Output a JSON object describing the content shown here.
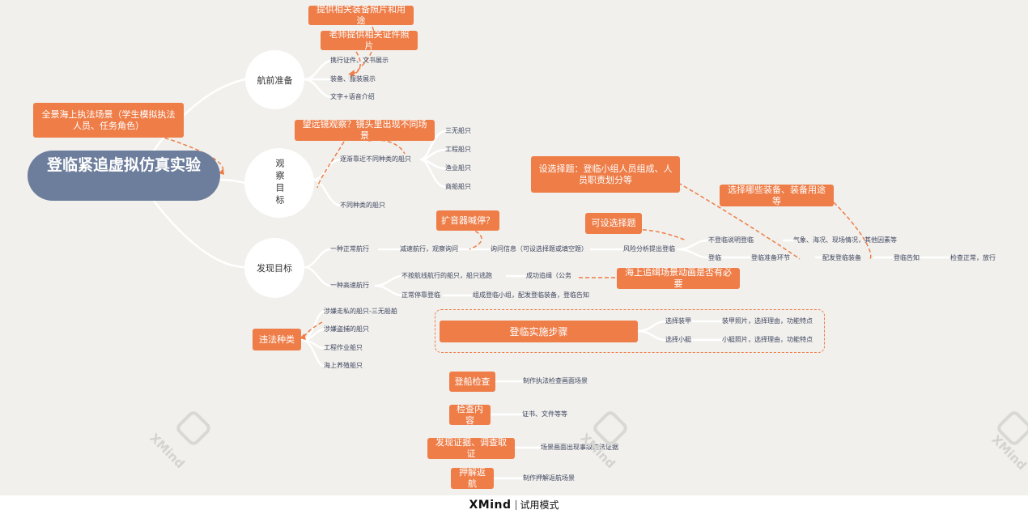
{
  "root": {
    "title": "登临紧追虚拟仿真实验"
  },
  "callouts": {
    "scene": "全景海上执法场景（学生模拟执法人员、任务角色）",
    "equip_pics": "提供相关装备照片和用途",
    "cert_pics": "老师提供相关证件照片",
    "telescope": "望远镜观察？镜头里出现不同场景",
    "amplify": "扩音器喊停？",
    "choice_q": "可设选择题",
    "quiz": "设选择题：登临小组人员组成、人员职责划分等",
    "select_equip": "选择哪些装备、装备用途等",
    "animation": "海上追缉场景动画是否有必要",
    "types": "违法种类"
  },
  "branches": {
    "prep": "航前准备",
    "observe": "观察目标",
    "discover": "发现目标"
  },
  "prep_leaves": [
    "携行证件、文书展示",
    "装备、服装展示",
    "文字+语音介绍"
  ],
  "observe": {
    "moving": "逐渐靠近不同种类的船只",
    "stationary": "不同种类的船只",
    "ships": [
      "三无船只",
      "工程船只",
      "渔业船只",
      "商船船只"
    ]
  },
  "discover": {
    "normal": "一种正常航行",
    "normal_steps": [
      "减速航行，观察询问",
      "询问信息（可设选择题或填空题）",
      "风险分析提出登临"
    ],
    "fast": "一种高速航行",
    "fast_steps": [
      "不按航线航行的船只，船只逃跑",
      "正常停靠登临",
      "成功追缉（公务",
      "组成登临小组，配发登临装备，登临告知"
    ],
    "upper": [
      "不登临说明登临",
      "登临",
      "登临准备环节",
      "气象、海况、现场情况，其他因素等",
      "配发登临装备",
      "登临告知",
      "检查正常，放行"
    ]
  },
  "violations": [
    "涉嫌走私的船只-三无船舶",
    "涉嫌盗捕的船只",
    "工程作业船只",
    "海上养殖船只"
  ],
  "steps": {
    "title": "登临实施步骤",
    "rows": [
      "选择装甲",
      "选择小艇"
    ],
    "row_details": [
      "装甲照片，选择理由，功能特点",
      "小艇照片，选择理由，功能特点"
    ]
  },
  "actions": [
    {
      "label": "登船检查",
      "note": "制作执法检查画面场景"
    },
    {
      "label": "检查内容",
      "note": "证书、文件等等"
    },
    {
      "label": "发现证据、调查取证",
      "note": "场景画面出现事故违法证据"
    },
    {
      "label": "押解返航",
      "note": "制作押解返航场景"
    }
  ],
  "watermark": {
    "text": "XMind",
    "mode": "试用模式"
  },
  "footer": {
    "brand": "XMind",
    "mode": "试用模式"
  },
  "colors": {
    "accent": "#ee7d48",
    "root": "#6d7e9c",
    "bg": "#f1f0ec"
  }
}
